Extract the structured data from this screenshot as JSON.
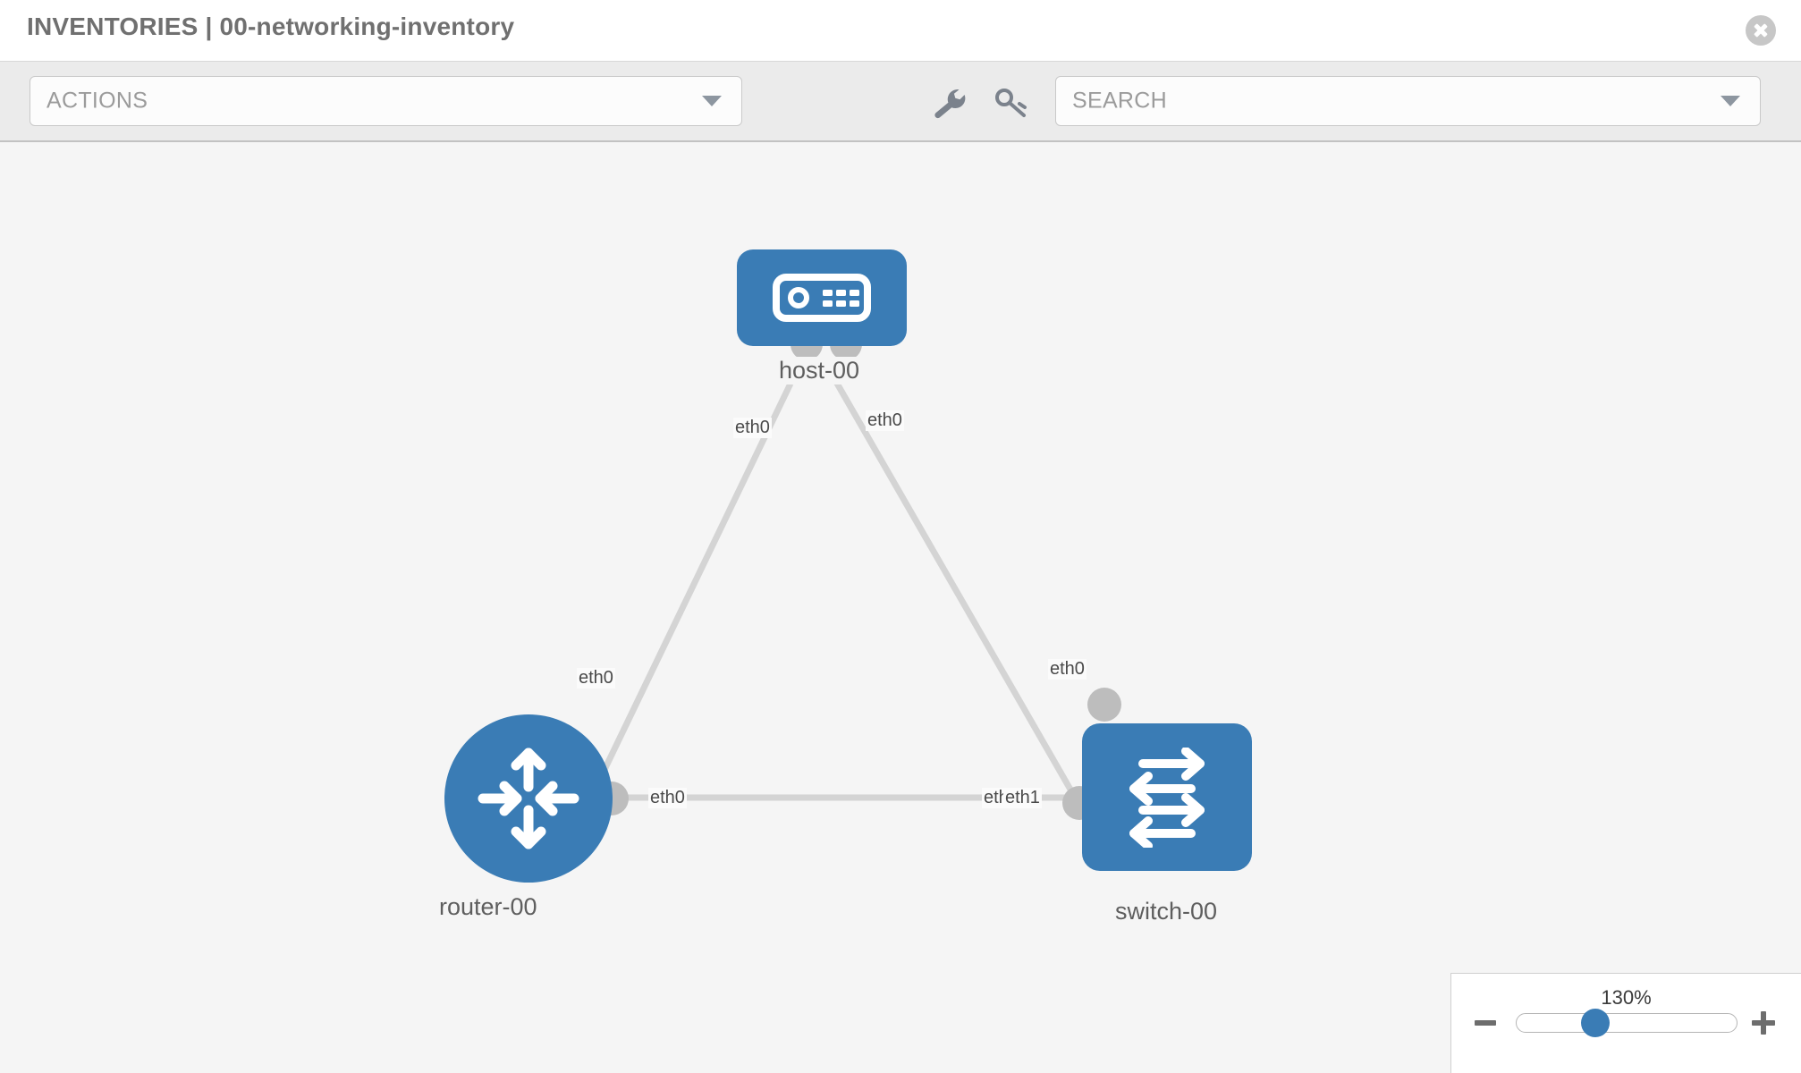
{
  "header": {
    "title": "INVENTORIES | 00-networking-inventory",
    "close_icon": "close-icon"
  },
  "toolbar": {
    "actions_label": "ACTIONS",
    "search_placeholder": "SEARCH",
    "wrench_icon": "wrench-icon",
    "key_icon": "key-icon",
    "caret_icon": "chevron-down-icon"
  },
  "topology": {
    "nodes": [
      {
        "id": "host-00",
        "label": "host-00",
        "type": "host"
      },
      {
        "id": "router-00",
        "label": "router-00",
        "type": "router"
      },
      {
        "id": "switch-00",
        "label": "switch-00",
        "type": "switch"
      }
    ],
    "edge_labels": {
      "host_left": "eth0",
      "host_right": "eth0",
      "router_top": "eth0",
      "switch_top": "eth0",
      "router_right": "eth0",
      "switch_left_hidden": "eth0",
      "switch_left": "eth1"
    },
    "links": [
      {
        "from": "router-00",
        "from_port": "eth0",
        "to": "host-00",
        "to_port": "eth0"
      },
      {
        "from": "host-00",
        "from_port": "eth0",
        "to": "switch-00",
        "to_port": "eth0"
      },
      {
        "from": "router-00",
        "from_port": "eth0",
        "to": "switch-00",
        "to_port": "eth1"
      }
    ],
    "colors": {
      "node_blue": "#3a7cb5",
      "connector_grey": "#bdbdbd",
      "link_grey": "#d4d4d4",
      "canvas_bg": "#f5f5f5"
    }
  },
  "zoom": {
    "level": "130%",
    "minus_label": "zoom-out",
    "plus_label": "zoom-in",
    "handle_position_percent": 62
  }
}
